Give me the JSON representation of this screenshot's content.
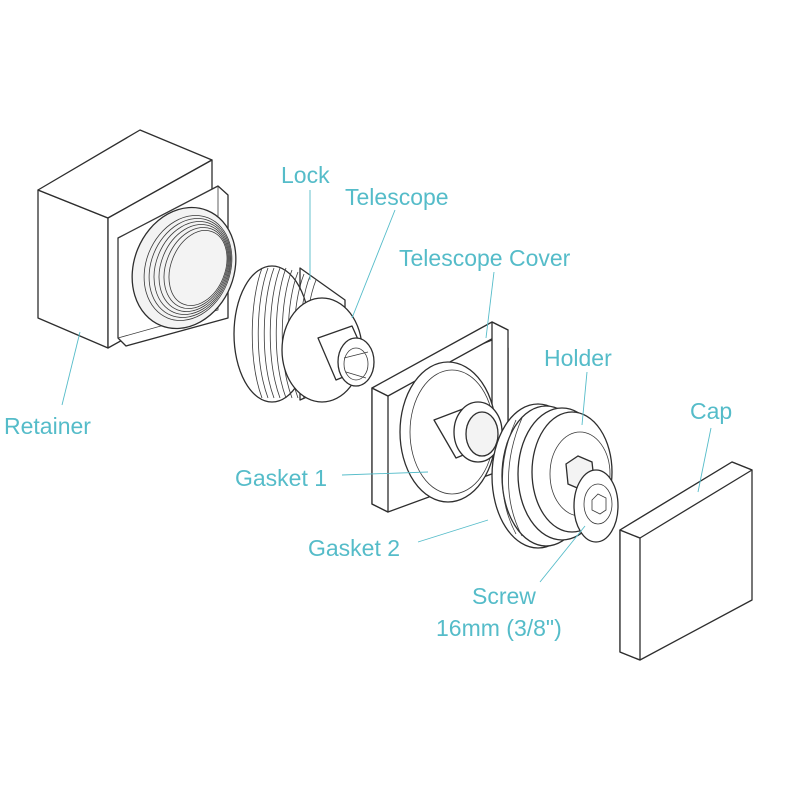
{
  "diagram": {
    "accent_color": "#55bcc9",
    "line_color": "#2e2e2e",
    "labels": {
      "lock": "Lock",
      "telescope": "Telescope",
      "telescope_cover": "Telescope Cover",
      "holder": "Holder",
      "retainer": "Retainer",
      "cap": "Cap",
      "gasket_1": "Gasket 1",
      "gasket_2": "Gasket 2",
      "screw_line1": "Screw",
      "screw_line2": "16mm (3/8\")"
    }
  }
}
